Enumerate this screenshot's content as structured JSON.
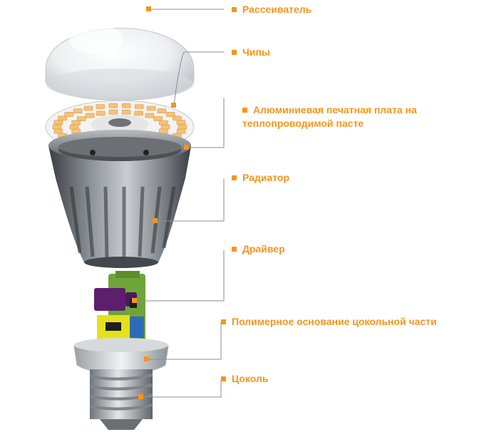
{
  "accent": "#f7941d",
  "labels": [
    {
      "id": "diffuser",
      "text": "Рассеиватель"
    },
    {
      "id": "chips",
      "text": "Чипы"
    },
    {
      "id": "pcb",
      "text": "Алюминиевая печатная плата на\nтеплопроводимой пасте"
    },
    {
      "id": "radiator",
      "text": "Радиатор"
    },
    {
      "id": "driver",
      "text": "Драйвер"
    },
    {
      "id": "polymer-base",
      "text": "Полимерное основание цокольной части"
    },
    {
      "id": "socket",
      "text": "Цоколь"
    }
  ]
}
